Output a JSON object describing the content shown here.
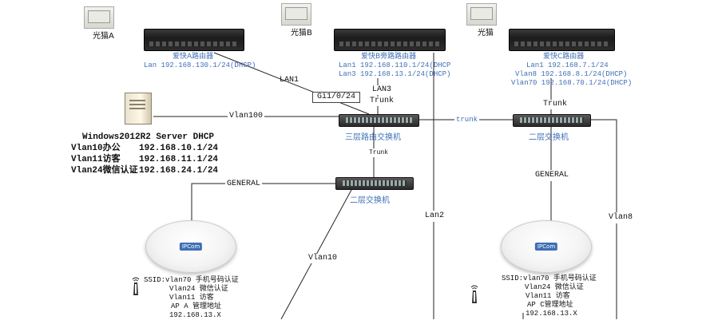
{
  "isp_a": {
    "modem_label": "光猫A",
    "router_name": "爱快A路由器",
    "router_ip": "Lan 192.168.130.1/24(DHCP)"
  },
  "isp_b": {
    "modem_label": "光猫B",
    "router_name": "爱快B旁路路由器",
    "router_ip1": "Lan1 192.168.110.1/24(DHCP",
    "router_ip2": "Lan3 192.168.13.1/24(DHCP)"
  },
  "isp_c": {
    "modem_label": "光猫",
    "router_name": "爱快C路由器",
    "router_ip1": "Lan1 192.168.7.1/24",
    "router_ip2": "Vlan8 192.168.8.1/24(DHCP)",
    "router_ip3": "Vlan70 192.168.70.1/24(DHCP)"
  },
  "links": {
    "lan1": "LAN1",
    "gi": "Gi1/0/24",
    "lan3": "LAN3",
    "trunk_b": "Trunk",
    "trunk_c": "Trunk",
    "trunk_mid": "trunk",
    "vlan100": "Vlan100",
    "trunk_small": "Trunk",
    "general_left": "GENERAL",
    "general_right": "GENERAL",
    "vlan10": "Vlan10",
    "lan2": "Lan2",
    "vlan8": "Vlan8"
  },
  "core_switch": {
    "label": "三层路由交换机"
  },
  "l2_switch_mid": {
    "label": "二层交换机"
  },
  "l2_switch_right": {
    "label": "二层交换机"
  },
  "server": {
    "title": "Windows2012R2 Server DHCP",
    "rows": [
      {
        "name": "Vlan10办公",
        "ip": "192.168.10.1/24"
      },
      {
        "name": "Vlan11访客",
        "ip": "192.168.11.1/24"
      },
      {
        "name": "Vlan24微信认证",
        "ip": "192.168.24.1/24"
      }
    ]
  },
  "ap_left": {
    "logo": "IPCom",
    "lines": [
      "SSID:vlan70 手机号码认证",
      "Vlan24 微信认证",
      "Vlan11 访客",
      "AP A 管理地址",
      "192.168.13.X"
    ]
  },
  "ap_right": {
    "logo": "IPCom",
    "lines": [
      "SSID:vlan70 手机号码认证",
      "Vlan24 微信认证",
      "Vlan11 访客",
      "AP C管理地址",
      "192.168.13.X"
    ]
  },
  "colors": {
    "label_blue": "#3f6fb5",
    "line": "#222222"
  }
}
